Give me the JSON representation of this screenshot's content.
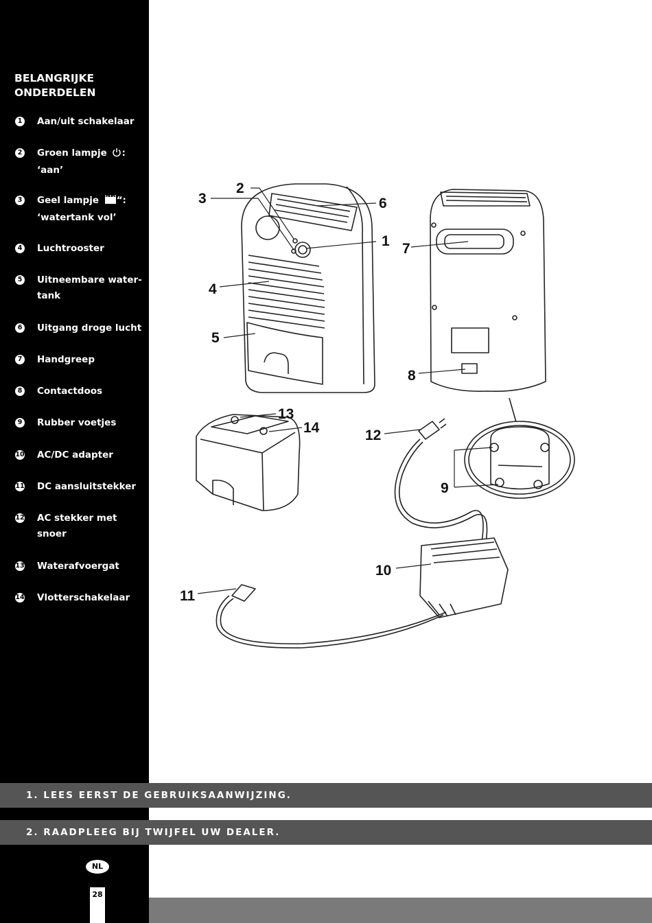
{
  "sidebar": {
    "title_line1": "BELANGRIJKE",
    "title_line2": "ONDERDELEN",
    "items": [
      {
        "num": "1",
        "line1": "Aan/uit schakelaar"
      },
      {
        "num": "2",
        "line1": "Groen lampje",
        "line1_suffix": ":",
        "line2": "‘aan’",
        "icon": "power-icon"
      },
      {
        "num": "3",
        "line1": "Geel lampje",
        "line1_suffix": "“:",
        "line2": "‘watertank vol’",
        "icon": "water-tank-icon"
      },
      {
        "num": "4",
        "line1": "Luchtrooster"
      },
      {
        "num": "5",
        "line1": "Uitneembare water-",
        "line2": "tank"
      },
      {
        "num": "6",
        "line1": "Uitgang droge lucht"
      },
      {
        "num": "7",
        "line1": "Handgreep"
      },
      {
        "num": "8",
        "line1": "Contactdoos"
      },
      {
        "num": "9",
        "line1": "Rubber voetjes"
      },
      {
        "num": "10",
        "line1": "AC/DC adapter"
      },
      {
        "num": "11",
        "line1": "DC aansluitstekker"
      },
      {
        "num": "12",
        "line1": "AC stekker met",
        "line2": "snoer"
      },
      {
        "num": "13",
        "line1": "Waterafvoergat"
      },
      {
        "num": "14",
        "line1": "Vlotterschakelaar"
      }
    ]
  },
  "diagram": {
    "callouts": [
      "1",
      "2",
      "3",
      "4",
      "5",
      "6",
      "7",
      "8",
      "9",
      "10",
      "11",
      "12",
      "13",
      "14"
    ]
  },
  "banners": {
    "first": "1. LEES EERST DE GEBRUIKSAANWIJZING.",
    "second": "2. RAADPLEEG BIJ TWIJFEL UW DEALER."
  },
  "footer": {
    "language": "NL",
    "page_number": "28"
  },
  "colors": {
    "sidebar": "#000000",
    "banner": "#555555",
    "footer_bar": "#7a7a7a"
  }
}
